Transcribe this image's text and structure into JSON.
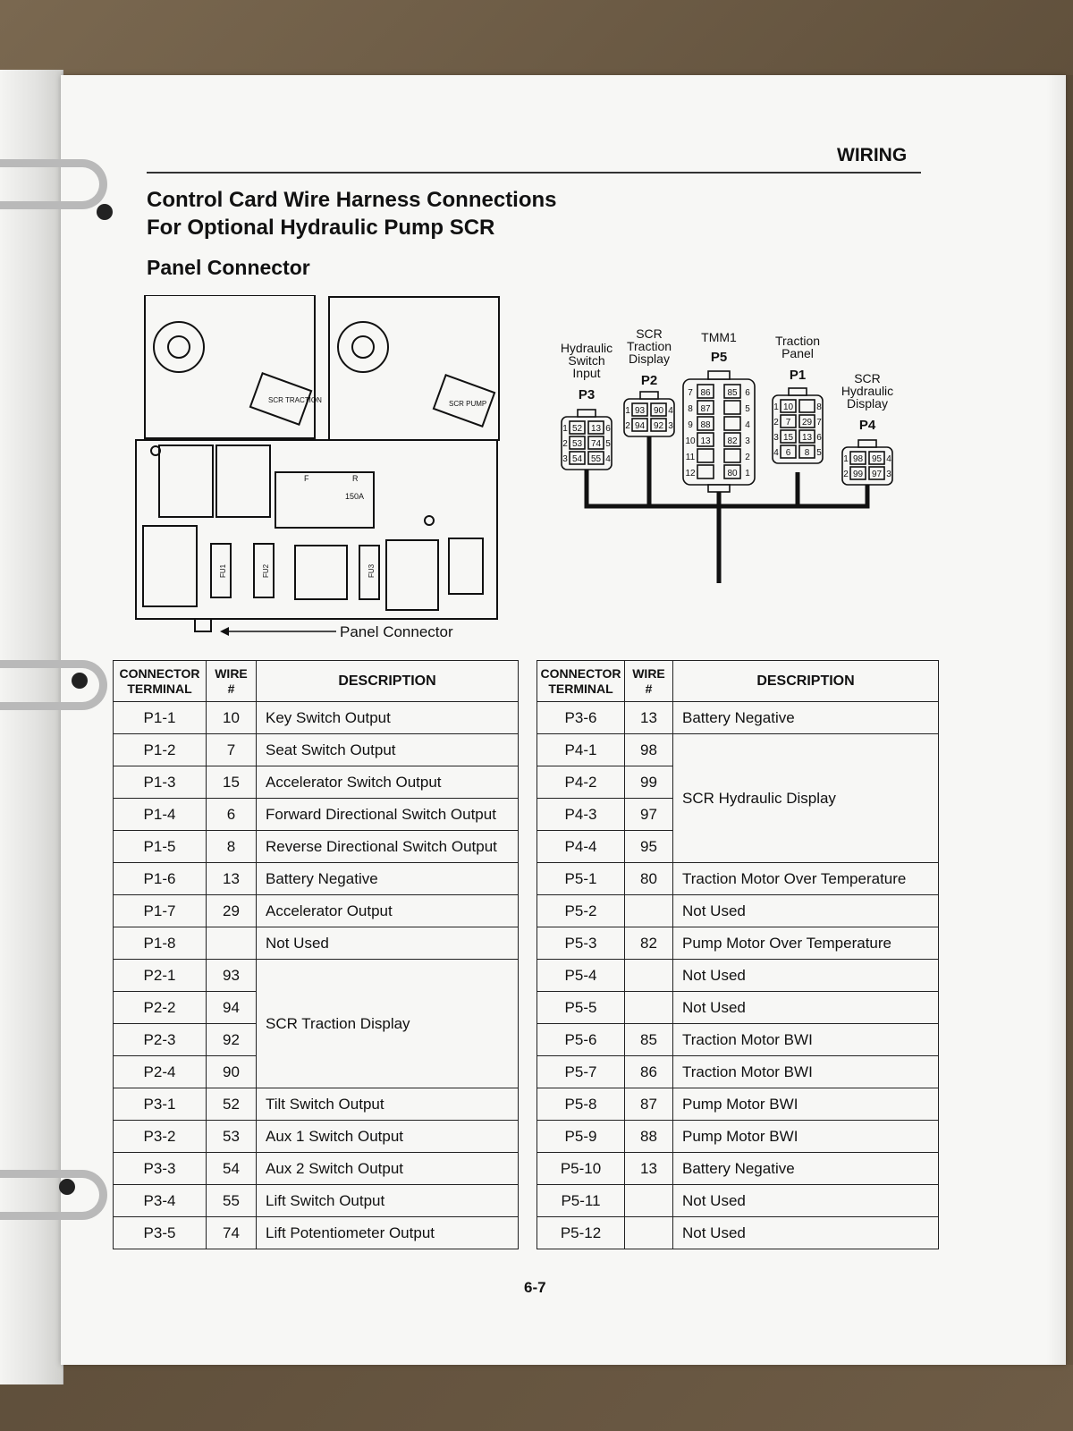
{
  "header": {
    "section": "WIRING"
  },
  "title": {
    "line1": "Control Card Wire Harness Connections",
    "line2": "For Optional Hydraulic Pump SCR"
  },
  "subtitle": "Panel Connector",
  "panel_diagram": {
    "pointer_label": "Panel Connector",
    "labels": {
      "scr_traction": "SCR TRACTION",
      "scr_pump": "SCR PUMP",
      "fu1": "FU1",
      "fu2": "FU2",
      "fu3": "FU3",
      "amps_150": "150A",
      "fwd": "F",
      "rev": "R"
    }
  },
  "connector_diagram": {
    "p3": {
      "title_l1": "Hydraulic",
      "title_l2": "Switch",
      "title_l3": "Input",
      "id": "P3",
      "pins": [
        "1",
        "52",
        "13",
        "6",
        "2",
        "53",
        "74",
        "5",
        "3",
        "54",
        "55",
        "4"
      ]
    },
    "p2": {
      "title_l1": "SCR",
      "title_l2": "Traction",
      "title_l3": "Display",
      "id": "P2",
      "pins": [
        "1",
        "93",
        "90",
        "4",
        "2",
        "94",
        "92",
        "3"
      ]
    },
    "p5": {
      "title_l1": "TMM1",
      "id": "P5",
      "left_pins": [
        "7",
        "86",
        "8",
        "87",
        "9",
        "88",
        "10",
        "13",
        "11",
        "",
        "12",
        ""
      ],
      "right_pins": [
        "85",
        "6",
        "",
        "5",
        "",
        "4",
        "82",
        "3",
        "",
        "2",
        "80",
        "1"
      ]
    },
    "p1": {
      "title_l1": "Traction",
      "title_l2": "Panel",
      "id": "P1",
      "pins": [
        "1",
        "10",
        "",
        "8",
        "2",
        "7",
        "29",
        "7",
        "3",
        "15",
        "13",
        "6",
        "4",
        "6",
        "8",
        "5"
      ]
    },
    "p4": {
      "title_l1": "SCR",
      "title_l2": "Hydraulic",
      "title_l3": "Display",
      "id": "P4",
      "pins": [
        "1",
        "98",
        "95",
        "4",
        "2",
        "99",
        "97",
        "3"
      ]
    }
  },
  "table_left": {
    "headers": {
      "terminal_l1": "CONNECTOR",
      "terminal_l2": "TERMINAL",
      "wire_l1": "WIRE",
      "wire_l2": "#",
      "description": "DESCRIPTION"
    },
    "rows": [
      {
        "terminal": "P1-1",
        "wire": "10",
        "description": "Key Switch Output"
      },
      {
        "terminal": "P1-2",
        "wire": "7",
        "description": "Seat Switch Output"
      },
      {
        "terminal": "P1-3",
        "wire": "15",
        "description": "Accelerator Switch Output"
      },
      {
        "terminal": "P1-4",
        "wire": "6",
        "description": "Forward Directional Switch Output"
      },
      {
        "terminal": "P1-5",
        "wire": "8",
        "description": "Reverse Directional Switch Output"
      },
      {
        "terminal": "P1-6",
        "wire": "13",
        "description": "Battery Negative"
      },
      {
        "terminal": "P1-7",
        "wire": "29",
        "description": "Accelerator Output"
      },
      {
        "terminal": "P1-8",
        "wire": "",
        "description": "Not Used"
      },
      {
        "terminal": "P2-1",
        "wire": "93",
        "description": "SCR Traction Display"
      },
      {
        "terminal": "P2-2",
        "wire": "94",
        "description": ""
      },
      {
        "terminal": "P2-3",
        "wire": "92",
        "description": ""
      },
      {
        "terminal": "P2-4",
        "wire": "90",
        "description": ""
      },
      {
        "terminal": "P3-1",
        "wire": "52",
        "description": "Tilt Switch Output"
      },
      {
        "terminal": "P3-2",
        "wire": "53",
        "description": "Aux 1 Switch Output"
      },
      {
        "terminal": "P3-3",
        "wire": "54",
        "description": "Aux 2 Switch Output"
      },
      {
        "terminal": "P3-4",
        "wire": "55",
        "description": "Lift Switch Output"
      },
      {
        "terminal": "P3-5",
        "wire": "74",
        "description": "Lift Potentiometer Output"
      }
    ]
  },
  "table_right": {
    "headers": {
      "terminal_l1": "CONNECTOR",
      "terminal_l2": "TERMINAL",
      "wire_l1": "WIRE",
      "wire_l2": "#",
      "description": "DESCRIPTION"
    },
    "rows": [
      {
        "terminal": "P3-6",
        "wire": "13",
        "description": "Battery Negative"
      },
      {
        "terminal": "P4-1",
        "wire": "98",
        "description": "SCR Hydraulic Display"
      },
      {
        "terminal": "P4-2",
        "wire": "99",
        "description": ""
      },
      {
        "terminal": "P4-3",
        "wire": "97",
        "description": ""
      },
      {
        "terminal": "P4-4",
        "wire": "95",
        "description": ""
      },
      {
        "terminal": "P5-1",
        "wire": "80",
        "description": "Traction Motor Over Temperature"
      },
      {
        "terminal": "P5-2",
        "wire": "",
        "description": "Not Used"
      },
      {
        "terminal": "P5-3",
        "wire": "82",
        "description": "Pump Motor Over Temperature"
      },
      {
        "terminal": "P5-4",
        "wire": "",
        "description": "Not Used"
      },
      {
        "terminal": "P5-5",
        "wire": "",
        "description": "Not Used"
      },
      {
        "terminal": "P5-6",
        "wire": "85",
        "description": "Traction Motor BWI"
      },
      {
        "terminal": "P5-7",
        "wire": "86",
        "description": "Traction Motor BWI"
      },
      {
        "terminal": "P5-8",
        "wire": "87",
        "description": "Pump Motor BWI"
      },
      {
        "terminal": "P5-9",
        "wire": "88",
        "description": "Pump Motor BWI"
      },
      {
        "terminal": "P5-10",
        "wire": "13",
        "description": "Battery Negative"
      },
      {
        "terminal": "P5-11",
        "wire": "",
        "description": "Not Used"
      },
      {
        "terminal": "P5-12",
        "wire": "",
        "description": "Not Used"
      }
    ]
  },
  "footer": {
    "page_number": "6-7"
  }
}
